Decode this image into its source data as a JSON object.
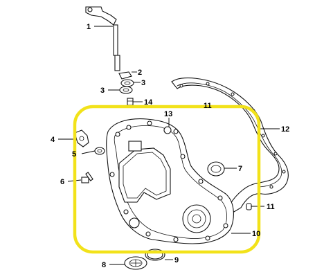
{
  "diagram": {
    "highlight_color": "#f2e21a",
    "line_color": "#111111",
    "callouts": [
      {
        "id": "c1",
        "label": "1"
      },
      {
        "id": "c2",
        "label": "2"
      },
      {
        "id": "c3a",
        "label": "3"
      },
      {
        "id": "c3b",
        "label": "3"
      },
      {
        "id": "c14",
        "label": "14"
      },
      {
        "id": "c11top",
        "label": "11"
      },
      {
        "id": "c12",
        "label": "12"
      },
      {
        "id": "c13",
        "label": "13"
      },
      {
        "id": "c4",
        "label": "4"
      },
      {
        "id": "c5",
        "label": "5"
      },
      {
        "id": "c7",
        "label": "7"
      },
      {
        "id": "c6",
        "label": "6"
      },
      {
        "id": "c11",
        "label": "11"
      },
      {
        "id": "c10",
        "label": "10"
      },
      {
        "id": "c8",
        "label": "8"
      },
      {
        "id": "c9",
        "label": "9"
      }
    ]
  }
}
